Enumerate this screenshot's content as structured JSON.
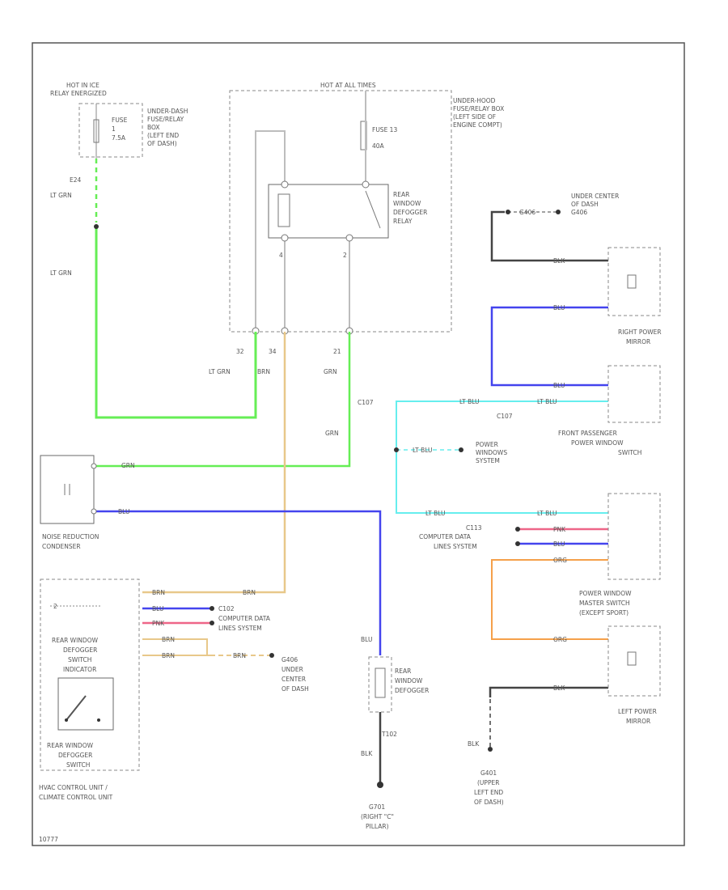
{
  "colors": {
    "lt_grn": "#66ee55",
    "grn": "#66ee55",
    "blu": "#4444ee",
    "lt_blu": "#66eeee",
    "brn": "#e8c88a",
    "pnk": "#ee6688",
    "org": "#f5a04a",
    "blk": "#444444",
    "gray": "#bdbdbd"
  },
  "labels": {
    "hot_relay": "HOT IN ICE",
    "relay_energized": "RELAY ENERGIZED",
    "fuse_small": "FUSE",
    "fuse_small_num": "1",
    "fuse_small_amp": "7.5A",
    "under_dash_box": "UNDER-DASH",
    "under_dash_box2": "FUSE/RELAY",
    "under_dash_box3": "BOX",
    "under_dash_box4": "(LEFT END",
    "under_dash_box5": "OF DASH)",
    "e24": "E24",
    "lt_grn": "LT GRN",
    "hot_at_all_times": "HOT AT ALL TIMES",
    "fuse_13": "FUSE 13",
    "fuse_13_amp": "40A",
    "underhood1": "UNDER-HOOD",
    "underhood2": "FUSE/RELAY BOX",
    "underhood3": "(LEFT SIDE OF",
    "underhood4": "ENGINE COMPT)",
    "relay1": "REAR",
    "relay2": "WINDOW",
    "relay3": "DEFOGGER",
    "relay4": "RELAY",
    "pin4": "4",
    "pin2": "2",
    "pin32": "32",
    "pin34": "34",
    "pin21": "21",
    "grn": "GRN",
    "brn": "BRN",
    "c107": "C107",
    "noise1": "NOISE REDUCTION",
    "noise2": "CONDENSER",
    "blu": "BLU",
    "g406_a": "G406",
    "g406_b": "UNDER",
    "g406_c": "CENTER",
    "g406_d": "OF DASH",
    "g406_top": "G406",
    "under_center_1": "UNDER CENTER",
    "under_center_2": "OF DASH",
    "under_center_3": "G406",
    "blk": "BLK",
    "right_mirror1": "RIGHT POWER",
    "right_mirror2": "MIRROR",
    "lt_blu": "LT BLU",
    "c107b": "C107",
    "fp_switch1": "FRONT PASSENGER",
    "fp_switch2": "POWER WINDOW",
    "fp_switch3": "SWITCH",
    "pw_system1": "POWER",
    "pw_system2": "WINDOWS",
    "pw_system3": "SYSTEM",
    "c113": "C113",
    "comp_data1": "COMPUTER DATA",
    "comp_data2": "LINES SYSTEM",
    "pnk": "PNK",
    "master1": "POWER WINDOW",
    "master2": "MASTER SWITCH",
    "master3": "(EXCEPT SPORT)",
    "org": "ORG",
    "left_mirror1": "LEFT POWER",
    "left_mirror2": "MIRROR",
    "g401_1": "G401",
    "g401_2": "(UPPER",
    "g401_3": "LEFT END",
    "g401_4": "OF DASH)",
    "c102": "C102",
    "comp_data3": "COMPUTER DATA",
    "comp_data4": "LINES SYSTEM",
    "hvac1": "HVAC CONTROL UNIT /",
    "hvac2": "CLIMATE CONTROL UNIT",
    "ind1": "REAR WINDOW",
    "ind2": "DEFOGGER",
    "ind3": "SWITCH",
    "ind4": "INDICATOR",
    "sw1": "REAR WINDOW",
    "sw2": "DEFOGGER",
    "sw3": "SWITCH",
    "defog1": "REAR",
    "defog2": "WINDOW",
    "defog3": "DEFOGGER",
    "t102": "T102",
    "g701_1": "G701",
    "g701_2": "(RIGHT \"C\"",
    "g701_3": "PILLAR)",
    "footer": "10777"
  }
}
